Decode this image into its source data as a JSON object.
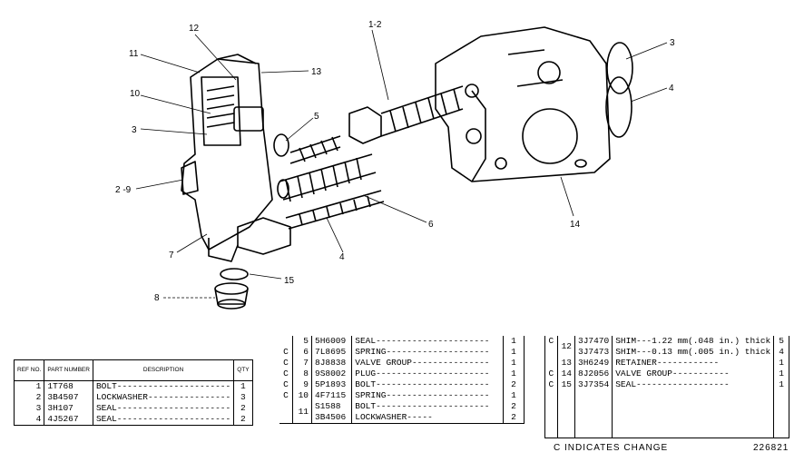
{
  "callouts": {
    "c12": "12",
    "c1_2": "1-2",
    "c3_top": "3",
    "c11": "11",
    "c13": "13",
    "c4_top": "4",
    "c10": "10",
    "c5": "5",
    "c3_left": "3",
    "c2_9": "2 -9",
    "c6": "6",
    "c14": "14",
    "c7": "7",
    "c4_bottom": "4",
    "c15": "15",
    "c8": "8"
  },
  "table1": {
    "headers": {
      "ref": "REF NO.",
      "part": "PART NUMBER",
      "desc": "DESCRIPTION",
      "qty": "QTY"
    },
    "rows": [
      {
        "ref": "1",
        "part": "1T768",
        "desc": "BOLT----------------------",
        "qty": "1"
      },
      {
        "ref": "2",
        "part": "3B4507",
        "desc": "LOCKWASHER----------------",
        "qty": "3"
      },
      {
        "ref": "3",
        "part": "3H107",
        "desc": "SEAL----------------------",
        "qty": "2"
      },
      {
        "ref": "4",
        "part": "4J5267",
        "desc": "SEAL----------------------",
        "qty": "2"
      }
    ]
  },
  "table2": {
    "rows": [
      {
        "chg": "",
        "ref": "5",
        "part": "5H6009",
        "desc": "SEAL----------------------",
        "qty": "1"
      },
      {
        "chg": "C",
        "ref": "6",
        "part": "7L8695",
        "desc": "SPRING--------------------",
        "qty": "1"
      },
      {
        "chg": "C",
        "ref": "7",
        "part": "8J8838",
        "desc": "VALVE GROUP---------------",
        "qty": "1"
      },
      {
        "chg": "C",
        "ref": "8",
        "part": "9S8002",
        "desc": "PLUG----------------------",
        "qty": "1"
      },
      {
        "chg": "C",
        "ref": "9",
        "part": "5P1893",
        "desc": "BOLT----------------------",
        "qty": "2"
      },
      {
        "chg": "C",
        "ref": "10",
        "part": "4F7115",
        "desc": "SPRING--------------------",
        "qty": "1"
      },
      {
        "chg": "",
        "ref": "11",
        "part": "S1588",
        "desc": "BOLT----------------------",
        "qty": "2"
      },
      {
        "chg": "",
        "ref": "",
        "part": "3B4506",
        "desc": "LOCKWASHER-----",
        "qty": "2"
      }
    ]
  },
  "table3": {
    "rows": [
      {
        "chg": "C",
        "ref": "12",
        "part": "3J7470",
        "desc": "SHIM---1.22 mm(.048 in.) thick",
        "qty": "5"
      },
      {
        "chg": "",
        "ref": "",
        "part": "3J7473",
        "desc": "SHIM---0.13 mm(.005 in.) thick",
        "qty": "4"
      },
      {
        "chg": "",
        "ref": "13",
        "part": "3H6249",
        "desc": "RETAINER------------",
        "qty": "1"
      },
      {
        "chg": "C",
        "ref": "14",
        "part": "8J2056",
        "desc": "VALVE GROUP-----------",
        "qty": "1"
      },
      {
        "chg": "C",
        "ref": "15",
        "part": "3J7354",
        "desc": "SEAL------------------",
        "qty": "1"
      }
    ]
  },
  "legend": "C  INDICATES  CHANGE",
  "drawing_number": "226821"
}
